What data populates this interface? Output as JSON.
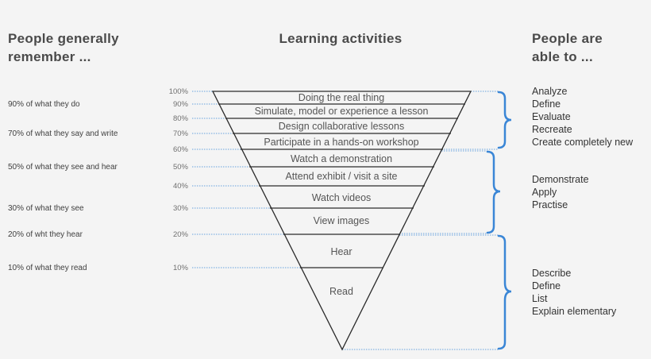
{
  "headings": {
    "left": "People generally\nremember ...",
    "center": "Learning activities",
    "right": "People are\nable to ..."
  },
  "remember": [
    {
      "text": "90% of what they do",
      "level": 90
    },
    {
      "text": "70% of what they say and write",
      "level": 70
    },
    {
      "text": "50% of what they see and hear",
      "level": 50
    },
    {
      "text": "30% of what they see",
      "level": 30
    },
    {
      "text": "20% of wht they hear",
      "level": 20
    },
    {
      "text": "10% of what they read",
      "level": 10
    }
  ],
  "percent_labels": [
    "100%",
    "90%",
    "80%",
    "70%",
    "60%",
    "50%",
    "40%",
    "30%",
    "20%",
    "10%"
  ],
  "activities": [
    "Doing the real thing",
    "Simulate, model or experience a lesson",
    "Design collaborative lessons",
    "Participate in a hands-on workshop",
    "Watch a demonstration",
    "Attend exhibit / visit a site",
    "Watch videos",
    "View images",
    "Hear",
    "Read"
  ],
  "abilities": [
    {
      "items": [
        "Analyze",
        "Define",
        "Evaluate",
        "Recreate",
        "Create completely new"
      ]
    },
    {
      "items": [
        "Demonstrate",
        "Apply",
        "Practise"
      ]
    },
    {
      "items": [
        "Describe",
        "Define",
        "List",
        "Explain elementary"
      ]
    }
  ],
  "colors": {
    "bracket": "#3a86d6",
    "guide": "#3a86d6",
    "outline": "#2a2a2a",
    "text": "#4a4a4a"
  }
}
